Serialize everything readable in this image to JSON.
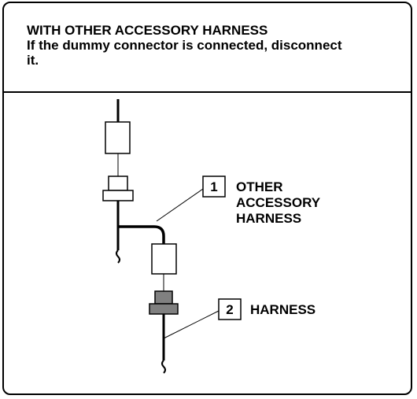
{
  "header": {
    "title": "WITH OTHER ACCESSORY HARNESS",
    "note": "If the dummy connector is connected, disconnect it."
  },
  "callouts": [
    {
      "number": "1",
      "label_lines": [
        "OTHER",
        "ACCESSORY",
        "HARNESS"
      ]
    },
    {
      "number": "2",
      "label_lines": [
        "HARNESS"
      ]
    }
  ],
  "colors": {
    "line": "#000000",
    "dummy_connector_fill": "#808080",
    "background": "#ffffff"
  }
}
